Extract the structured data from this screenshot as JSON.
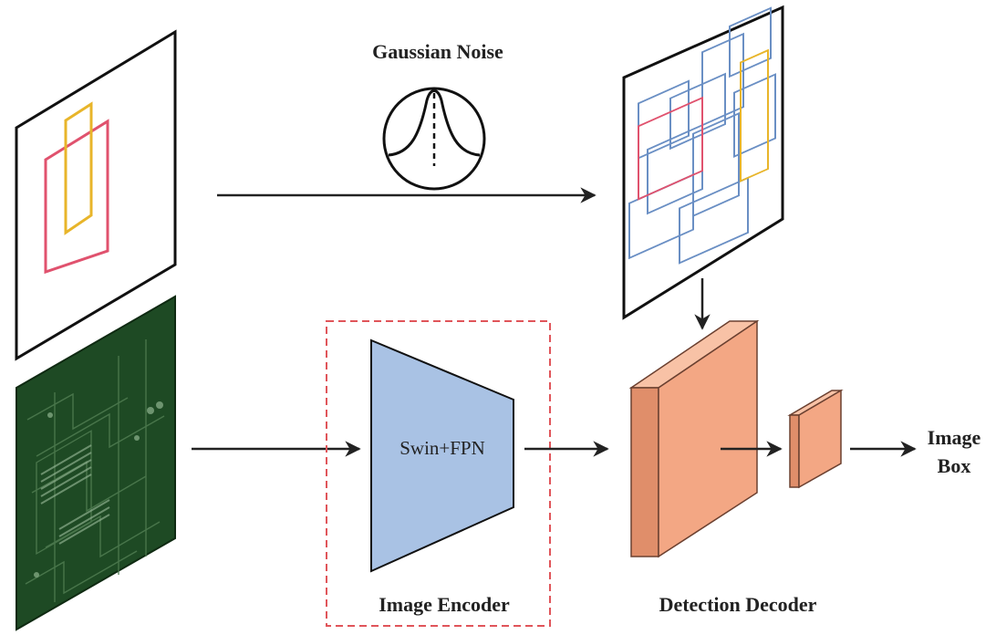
{
  "labels": {
    "gaussian_noise": "Gaussian Noise",
    "swin_fpn": "Swin+FPN",
    "image_encoder": "Image Encoder",
    "detection_decoder": "Detection Decoder",
    "output_line1": "Image",
    "output_line2": "Box"
  },
  "colors": {
    "box_red": "#e0526e",
    "box_yellow": "#e8b52a",
    "box_blue": "#6a8fc4",
    "encoder_fill": "#a9c2e4",
    "decoder_fill": "#f3a784",
    "pcb_green": "#1e4a24",
    "dashed_border": "#e0555a",
    "arrow": "#222222"
  }
}
